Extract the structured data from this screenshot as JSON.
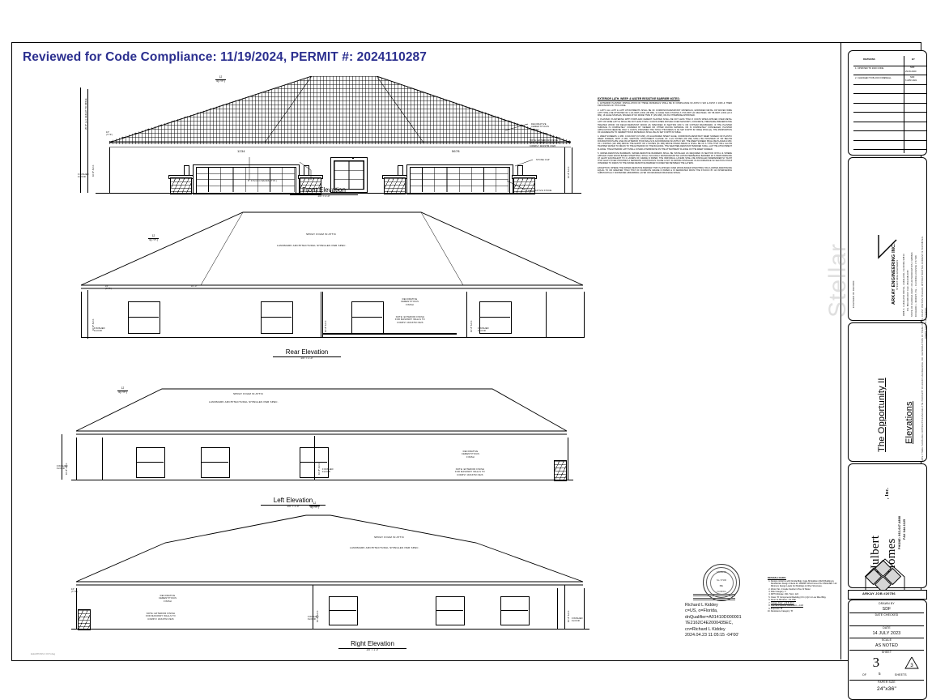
{
  "review_stamp": "Reviewed for Code Compliance: 11/19/2024,  PERMIT #: 2024110287",
  "elevations": [
    {
      "title": "Front Elevation",
      "scale": "1/4\" = 1'-0\""
    },
    {
      "title": "Rear Elevation",
      "scale": "1/4\" = 1'-0\""
    },
    {
      "title": "Left Elevation",
      "scale": "1/4\" = 1'-0\""
    },
    {
      "title": "Right Elevation",
      "scale": "1/4\" = 1'-0\""
    }
  ],
  "front": {
    "address_left": "1234",
    "address_right": "5678",
    "pitch": {
      "rise": "12",
      "run": "5",
      "typ": "(TYP.)"
    },
    "labels": {
      "finished_floor": "FINISHED\nFLOOR",
      "stucco_bands": "8\" STUCCO BANDS (TYP.)",
      "decorative_cementitious": "DECORATIVE\nCEMENTITIOUS\nFINISH",
      "note_exterior": "NOTE: EXTERIOR FINISH\nFOR MASONRY WALLS TO\nCOMPLY W/ASTM C926",
      "stone_cap": "STONE  CAP",
      "decorative_stone": "DECORATIVE STONE"
    },
    "dims": {
      "height_afp": "10'-8\" A.F.F.",
      "overall": "20'-8\" (+/-) HEIGHT TO RIDGE",
      "soffit": "16\"\n(TYP.)"
    }
  },
  "rear": {
    "notes": [
      "SPRAY FOAM IN ATTIC",
      "LANDMARK ARCHITECTURAL SHINGLES PER SPEC."
    ],
    "labels": {
      "finished_floor": "FINISHED\nFLOOR",
      "decorative_cementitious": "DECORATIVE\nCEMENTITIOUS\nFINISH",
      "note_exterior": "NOTE: EXTERIOR FINISH\nFOR MASONRY WALLS TO\nCOMPLY W/ASTM C926"
    },
    "dims": {
      "soffit": "16\"\n(TYP.)",
      "offset": "10'-0\"",
      "height": "10'-8\" A.F.F."
    }
  },
  "left": {
    "notes": [
      "SPRAY FOAM IN ATTIC",
      "LANDMARK ARCHITECTURAL SHINGLES PER SPEC."
    ],
    "labels": {
      "finished_floor": "FINISHED\nFLOOR"
    },
    "dims": {
      "height": "10'-8\" A.F.F."
    }
  },
  "right": {
    "notes": [
      "SPRAY FOAM IN ATTIC",
      "LANDMARK ARCHITECTURAL SHINGLES PER SPEC."
    ],
    "labels": {
      "finished_floor": "FINISHED\nFLOOR",
      "decorative_cementitious": "DECORATIVE\nCEMENTITIOUS\nFINISH",
      "note_exterior": "NOTE: EXTERIOR FINISH\nFOR MASONRY WALLS TO\nCOMPLY W/ASTM C926"
    },
    "dims": {
      "soffit": "16\"\n(TYP.)",
      "height": "10'-8\" A.F.F."
    }
  },
  "notes_block": {
    "heading": "EXTERIOR LATH, WEEP, & WATER RESISTIVE BARRIER NOTES:",
    "paragraphs": [
      "1. EXTERIOR PLASTER: INSTALLATION OF THESE MATERIALS SHALL BE IN COMPLIANCE W/ ASTM C 926 & ASTM C 1063 & THEIR PROVISIONS OF THIS CODE.",
      "2. LATH: ALL LATH & LATH ATTACHMENTS SHALL BE OF CORROSION-RESISTANT MATERIALS, EXPANDED METAL OR WOVEN WIRE LATH SHALL BE ATTACHED W/ 1-1/2-INCH-LONG (38 MM), 11 GAGE NAILS HAVING A 7/16-INCH (11 MM) HEAD, OR 7/8-INCH LONG (22.2 MM), 16 GAGE STAPLES, SPACED AT NO MORE THAN 6\" (152 MM), OR AS OTHERWISE APPROVED.",
      "3. PLASTER: PLASTERING WITH PORTLAND CEMENT PLASTER SHALL BE NOT LESS THAN 3 COATS WHEN APPLIED OVER METAL LATH OR WIRE LATH & SHALL BE NOT LESS THAN 2 COATS WHEN APPLIED OVER MASONRY, CONCRETE, PRESSURE-PRESERVATIVE TREATED WOOD OR DECAY-RESISTANT WOOD AS SPECIFIED IN SECTION R317.1 OR GYPSUM BACKBOARD. IF THE PLASTER SURFACE IS COMPLETELY COVERED BY VENEER OR OTHER FACING MATERIAL OR IS COMPLETELY CONCEALED, PLASTER APPLICATION NEED BE ONLY 2 COATS, PROVIDED THE TOTAL THICKNESS IS AS SET FORTH IN TABLE R702.1(1). THE PROPORTION OF AGGREGATE TO CEMENTITIOUS MATERIALS SHALL BE AS SET FORTH IN TABLE.",
      "4. WEEP SCREEDS: A MIN. 0.019-INCH (0.5 MM), 26 GALVANIZED SHEET GAGE, CORROSION-RESISTANT WEEP SCREED OR PLASTIC WEEP SCREED, WITH A MIN. VERTICAL ATTACHMENT FLANGE OF 3-1/2 INCHES (89 MM) SHALL BE PROVIDED AT OR BELOW FOUNDATION PLATE LINE ON EXTERIOR STUD WALLS IN ACCORDANCE W/ ASTM C 926. THE WEEP SCREED SHALL BE PLACED A MIN. OF 4 INCHES (102 MM) ABOVE THE EARTH OR 2 INCHES (51 MM) ABOVE PAVED AREAS & SHALL BE OF A TYPE THAT WILL ALLOW TRAPPED WATER TO DRAIN TO THE EXTERIOR OF THE BUILDING. THE WEATHER-RESISTANT BARRIER SHALL LAP THE ATTACHMENT FLANGE. THE EXTERIOR LATH SHALL COVER & TERMINATE ON THE ATTACHMENT FLANGE OF THE WEEP SCREED.",
      "5. WATER-RESISTIVE BARRIERS: WATER-RESISTIVE BARRIERS SHALL BE INSTALLED AS REQUIRED IN SECTION R703.2 & WHERE APPLIED OVER WOOD-BASED SHEATHING, SHALL INCLUDE A WATER-RESISTIVE VAPOR-PERMEABLE BARRIER W/ A PERFORMANCE AT LEAST EQUIVALENT TO 2 LAYERS OF GRADE D PAPER. THE INDIVIDUAL LAYERS SHALL BE INSTALLED INDEPENDENTLY SUCH THAT EACH LAYER PROVIDES A SEPARATE CONTINUOUS PLANE & ANY FLASHING INSTALLED IN ACCORDANCE W/ SECTION R703.8 INTENDED TO DRAIN TO THE WATER-RESISTIVE BARRIER IS DIRECTED BETWEEN THE LAYERS.",
      "EXCEPTION: WHERE THE WATER-RESISTIVE BARRIER THAT IS APPLIED OVER WOOD-BASED SHEATHING HAS A WATER-RESISTANCE EQUAL TO OR GREATER THAN THAT OF 60-MINUTE GRADE D PAPER & IS SEPARATED FROM THE STUCCO BY AN INTERVENING SUBSTANTIALLY NONWATER-ABSORBING LAYER OR DESIGNED DRAINAGE SPACE."
    ]
  },
  "title_block": {
    "revisions": {
      "header_label": "REVISIONS",
      "header_by": "BY",
      "rows": [
        {
          "desc": "1. UPDATED TO 2020 CODE",
          "by": "SDF",
          "date": "29.09.2020"
        },
        {
          "desc": "2. CHANGED TO BLOCK FIREWALL",
          "by": "SDF",
          "date": "6 APR 2021"
        },
        {
          "desc": "",
          "by": "",
          "date": ""
        },
        {
          "desc": "",
          "by": "",
          "date": ""
        },
        {
          "desc": "",
          "by": "",
          "date": ""
        },
        {
          "desc": "",
          "by": "",
          "date": ""
        },
        {
          "desc": "",
          "by": "",
          "date": ""
        },
        {
          "desc": "",
          "by": "",
          "date": ""
        },
        {
          "desc": "",
          "by": "",
          "date": ""
        },
        {
          "desc": "",
          "by": "",
          "date": ""
        }
      ]
    },
    "engineer_of_record_label": "ENGINEER OF RECORD:",
    "engineer": {
      "name": "ARKAY ENGINEERING INC.",
      "discipline": "STRUCTURAL ENGINEERS",
      "address": "4986 S. LAKELAND DRIVE, LAKELAND, FLORIDA  33813",
      "phone": "PH. 863-648-0037    FAX. 863-648-0087",
      "cert": "STATE OF FLORIDA CERT. OF AUTHORIZATION # EB6641",
      "pe": "RICHARD L. KIDDEY, P.E.  -  FLORIDA LICENSE # 57196"
    },
    "copyright": "NOTE: THESE PLANS ARE COPYRIGHTED AND ARE THE PROPERTY OF ARKAY ENGINEERING, INC. REPRODUCTION OF THESE PLANS, OR ANY PORTION THEREOF, WITHOUT WRITTEN CONSENT IS PROHIBITED.",
    "copyright2": "Drawing notes & specifications",
    "project_name": "The Opportunity II",
    "sheet_name": "Elevations",
    "builder": {
      "line1": "Hulbert",
      "line2": "Homes",
      "suffix": ", Inc.",
      "phone": "PHONE: 863-647-4888",
      "fax": "FAX  644-1125"
    },
    "job_no": "ARKAY JOB #20756",
    "drawn_by_label": "DRAWN BY",
    "drawn_by": "SDF",
    "date_checked_label": "DATE CHECKED",
    "date_label": "DATE",
    "date": "14 JULY 2023",
    "scale_label": "SCALE",
    "scale": "AS NOTED",
    "sheet_label": "SHEET",
    "sheet_number": "3",
    "sheet_of_prefix": "OF",
    "sheet_total": "5",
    "sheet_of_suffix": "SHEETS",
    "paper_label": "PAPER SIZE",
    "paper_size": "24\"x36\""
  },
  "signature": {
    "name": "Richard L Kiddey",
    "line2": "c=US, o=Florida,",
    "line3": "dnQualifier=A01410D000001",
    "line4": "7E2162C4E2000435EC,",
    "line5": "cn=Richard L Kiddey",
    "line6": "2024.04.23 11:05:15 -04'00'"
  },
  "seal": {
    "top": "STATE OF",
    "mid": "No. 57196",
    "bottom": "FLORIDA",
    "center": "P.E."
  },
  "design_loads": {
    "heading": "DESIGN LOADS:",
    "items": [
      "Design conforms with Florida Bldg. Code 8th Edition (2023) Building & Residential. Design Criteria for 160MPH Wind Forces Per ASCE/SEI 7-22 Minimum Design Loads For Buildings & Other Structures.",
      "Wood: No. 2 Grade Southern Pine Or Better",
      "Risk Category: II",
      "MPH Ultimate: 160 / Nom: 124",
      "Class: 'B' Components/Cladding (0.6 x) Qz1.1  Low Rise Bldg.",
      "Doors & Windows: +41 PSF",
      "Garage Door: +19.5/-20.4",
      "Internal Pressure Coefficient: + 0.18",
      "Exposure: 'B'",
      "Resistance Category: 'B'"
    ]
  },
  "footer_path": "ELEVATIONS 3 OF 5.dwg"
}
